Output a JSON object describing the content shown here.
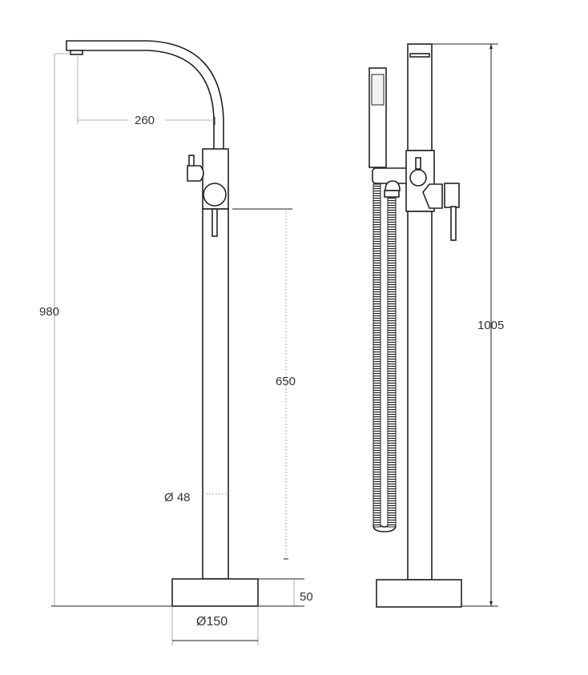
{
  "title": "Freestanding bath mixer dimension drawing",
  "left_view": {
    "dimensions": {
      "overall_height": "980",
      "spout_reach": "260",
      "lever_to_base": "650",
      "column_diameter": "Ø 48",
      "base_height": "50",
      "base_diameter": "Ø150"
    }
  },
  "right_view": {
    "dimensions": {
      "overall_height": "1005"
    }
  }
}
